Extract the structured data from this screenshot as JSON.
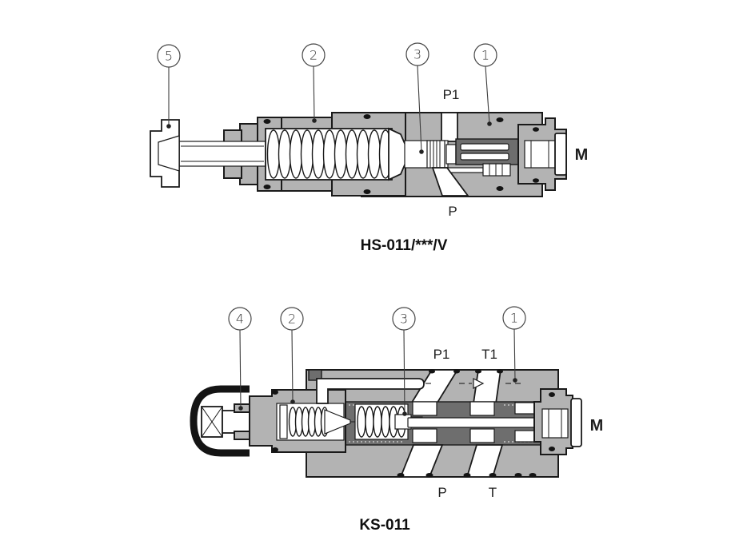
{
  "figure": {
    "colors": {
      "body_gray": "#b3b3b3",
      "dark_gray": "#6e6e6e",
      "line": "#1a1a1a"
    },
    "hs": {
      "caption": "HS-011/***/V",
      "callouts": [
        {
          "label": "5"
        },
        {
          "label": "2"
        },
        {
          "label": "3"
        },
        {
          "label": "1"
        }
      ],
      "ports": {
        "p1": "P1",
        "p": "P",
        "m": "M"
      }
    },
    "ks": {
      "caption": "KS-011",
      "callouts": [
        {
          "label": "4"
        },
        {
          "label": "2"
        },
        {
          "label": "3"
        },
        {
          "label": "1"
        }
      ],
      "ports": {
        "p1": "P1",
        "t1": "T1",
        "p": "P",
        "t": "T",
        "m": "M"
      }
    }
  }
}
